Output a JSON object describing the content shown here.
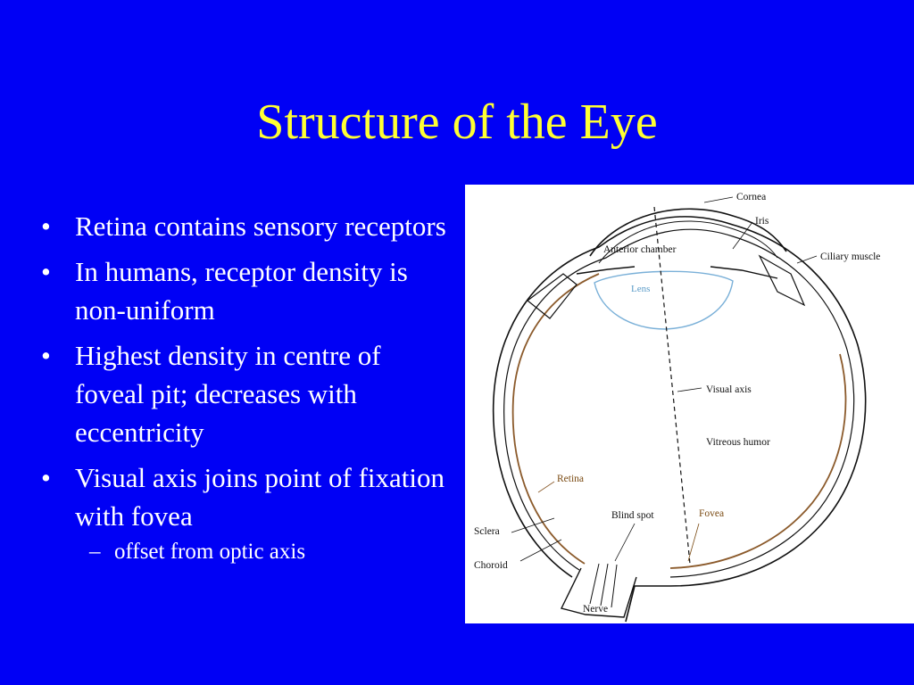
{
  "slide": {
    "title": "Structure of the Eye",
    "bullets": [
      {
        "text": "Retina contains  sensory receptors"
      },
      {
        "text": "In humans, receptor density is non-uniform"
      },
      {
        "text": "Highest density in centre of foveal pit; decreases with eccentricity"
      },
      {
        "text": "Visual axis joins point of fixation with fovea"
      }
    ],
    "sub_bullets": [
      {
        "text": "offset from optic axis"
      }
    ],
    "bullet_glyph": "•",
    "sub_bullet_glyph": "–"
  },
  "diagram": {
    "labels": {
      "cornea": "Cornea",
      "iris": "Iris",
      "anterior_chamber": "Anterior chamber",
      "ciliary_muscle": "Ciliary  muscle",
      "lens": "Lens",
      "visual_axis": "Visual axis",
      "vitreous_humor": "Vitreous humor",
      "retina": "Retina",
      "blind_spot": "Blind spot",
      "fovea": "Fovea",
      "sclera": "Sclera",
      "choroid": "Choroid",
      "nerve": "Nerve"
    }
  },
  "colors": {
    "background": "#0000f5",
    "title": "#ffff33",
    "body_text": "#ffffff",
    "retina_line": "#8b5a2b",
    "lens": "#7ab0d8"
  }
}
